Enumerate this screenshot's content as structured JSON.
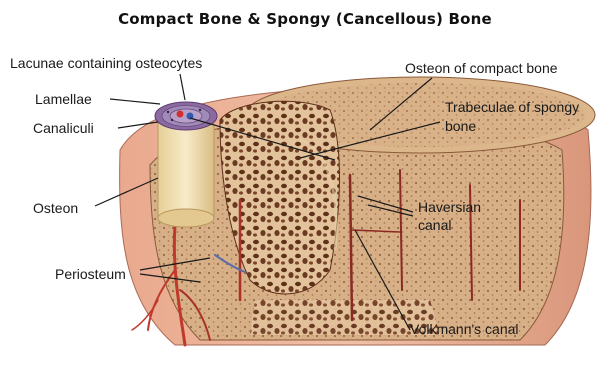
{
  "title": "Compact Bone & Spongy (Cancellous) Bone",
  "labels": {
    "lacunae": "Lacunae containing osteocytes",
    "lamellae": "Lamellae",
    "canaliculi": "Canaliculi",
    "osteon": "Osteon",
    "periosteum": "Periosteum",
    "osteon_compact": "Osteon of compact bone",
    "trabeculae_line1": "Trabeculae of spongy",
    "trabeculae_line2": "bone",
    "haversian_line1": "Haversian",
    "haversian_line2": "canal",
    "volkmann": "Volkmann's canal"
  },
  "colors": {
    "bone_tan": "#d9b48a",
    "bone_light": "#e8cfa6",
    "spongy_dark": "#6b3a22",
    "periosteum_pink": "#e8a890",
    "vessel_red": "#c0392b",
    "osteon_cream": "#f1e2b8",
    "lamellae_purple": "#7a4f8f",
    "leader_line": "#1a1a1a"
  }
}
